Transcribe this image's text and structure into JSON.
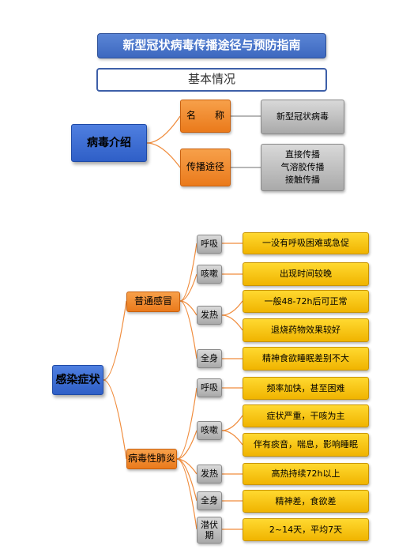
{
  "header": {
    "title": "新型冠状病毒传播途径与预防指南",
    "subtitle": "基本情况"
  },
  "virus_intro": {
    "root": "病毒介绍",
    "name_label": "名　　称",
    "name_value": "新型冠状病毒",
    "transmission_label": "传播途径",
    "transmission_value": "直接传播\n气溶胶传播\n接触传播"
  },
  "symptoms": {
    "root": "感染症状",
    "cold": {
      "label": "普通感冒",
      "items": [
        {
          "category": "呼吸",
          "details": [
            "一没有呼吸困难或急促"
          ]
        },
        {
          "category": "咳嗽",
          "details": [
            "出现时间较晚"
          ]
        },
        {
          "category": "发热",
          "details": [
            "一般48-72h后可正常",
            "退烧药物效果较好"
          ]
        },
        {
          "category": "全身",
          "details": [
            "精神食欲睡眠差别不大"
          ]
        }
      ]
    },
    "pneumonia": {
      "label": "病毒性肺炎",
      "items": [
        {
          "category": "呼吸",
          "details": [
            "频率加快，甚至困难"
          ]
        },
        {
          "category": "咳嗽",
          "details": [
            "症状严重，干咳为主",
            "伴有痰音，喘息，影响睡眠"
          ]
        },
        {
          "category": "发热",
          "details": [
            "高热持续72h以上"
          ]
        },
        {
          "category": "全身",
          "details": [
            "精神差，食欲差"
          ]
        },
        {
          "category": "潜伏\n期",
          "details": [
            "2~14天，平均7天"
          ]
        }
      ]
    }
  }
}
